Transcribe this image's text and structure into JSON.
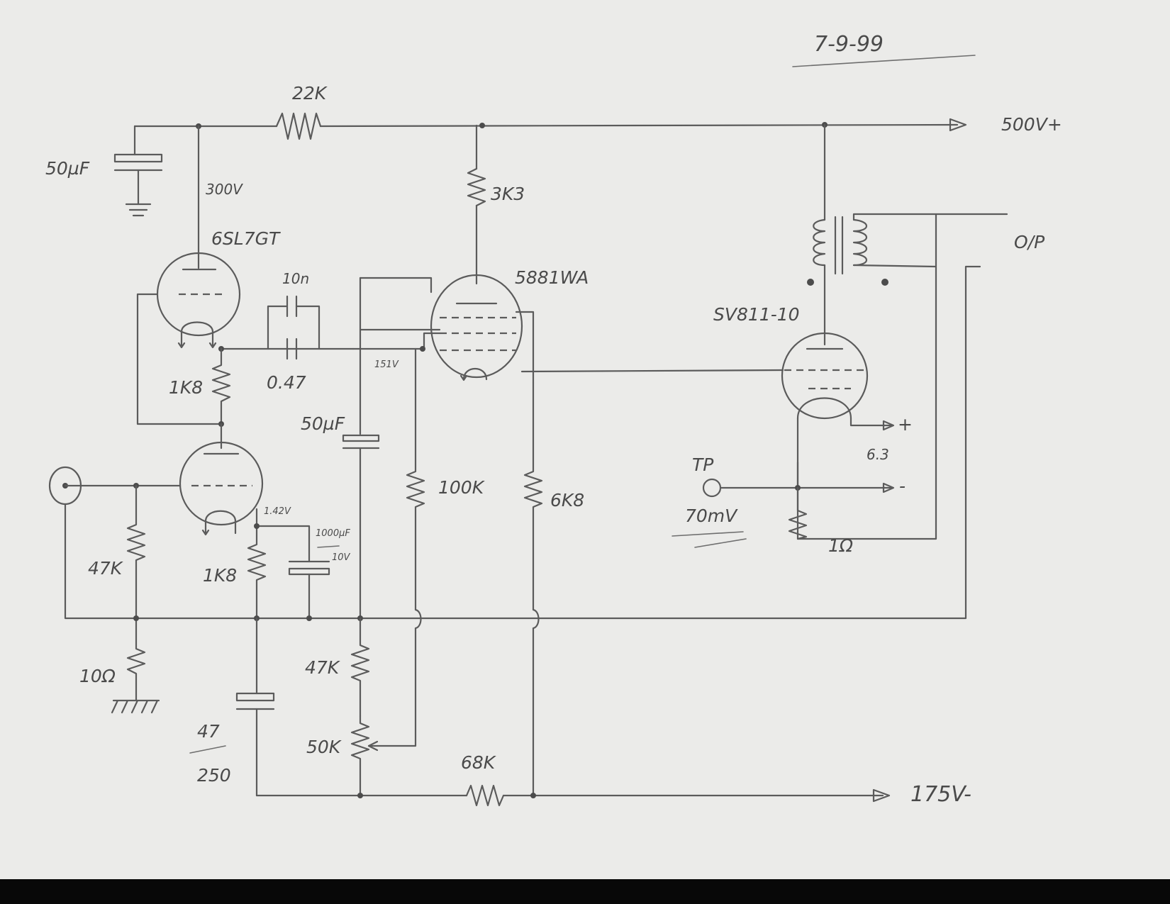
{
  "date": "7-9-99",
  "supply": {
    "positive": "500V+",
    "negative": "175V-"
  },
  "labels": {
    "r_22k": "22K",
    "c_50uf_top": "50µF",
    "v_300": "300V",
    "tube_6sl7": "6SL7GT",
    "c_10n": "10n",
    "c_047": "0.47",
    "tube_5881": "5881WA",
    "r_3k3": "3K3",
    "output": "O/P",
    "tube_sv811": "SV811-10",
    "r_1k8_a": "1K8",
    "v_151": "151V",
    "c_50uf_mid": "50µF",
    "r_100k": "100K",
    "r_6k8": "6K8",
    "heater_plus": "+",
    "heater_v": "6.3",
    "heater_minus": "-",
    "tp": "TP",
    "tp_v": "70mV",
    "r_1ohm": "1Ω",
    "v_142": "1.42V",
    "c_1000_top": "1000µF",
    "c_1000_bottom": "10V",
    "r_47k_in": "47K",
    "r_1k8_b": "1K8",
    "r_10ohm": "10Ω",
    "c_47_top": "47",
    "c_47_bottom": "250",
    "r_47k_mid": "47K",
    "r_50k": "50K",
    "r_68k": "68K"
  }
}
